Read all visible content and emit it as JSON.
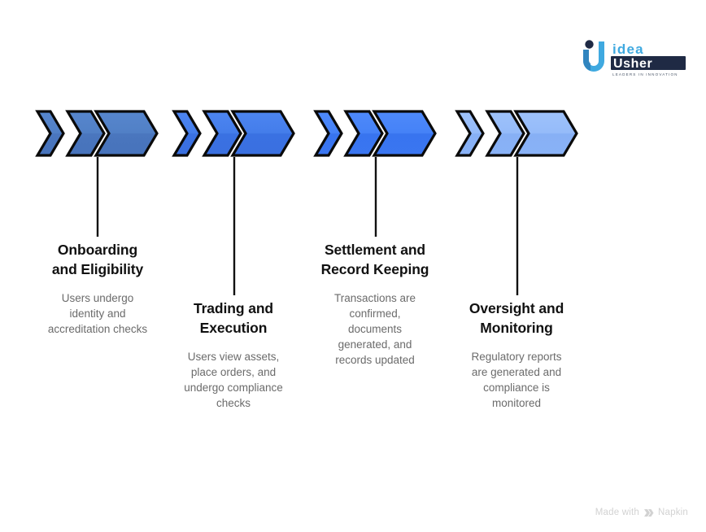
{
  "logo": {
    "name": "idea-usher-logo",
    "word_top": "idea",
    "word_bottom": "Usher",
    "tagline": "LEADERS IN INNOVATION",
    "mark_color": "#2f9fd8",
    "text_color": "#1f2a44",
    "accent_color": "#3fa9e0"
  },
  "diagram": {
    "type": "chevron-process-flow",
    "group_count": 4,
    "chevrons_per_group": 3,
    "colors": {
      "group_fills": [
        "#4f7cc4",
        "#3f78e8",
        "#3d7bf5",
        "#8fb6f8"
      ],
      "group_fills_top": [
        "#5584cb",
        "#4b82ee",
        "#4c87f8",
        "#9cc0fa"
      ],
      "group_fills_bottom": [
        "#4a76be",
        "#3a71e2",
        "#3874ef",
        "#87b0f5"
      ],
      "outline": "#0a0a0a",
      "connector": "#111111"
    },
    "steps": [
      {
        "index": 1,
        "title": "Onboarding and Eligibility",
        "title_lines": [
          "Onboarding",
          "and Eligibility"
        ],
        "description": "Users undergo identity and accreditation checks",
        "description_lines": [
          "Users undergo",
          "identity and",
          "accreditation checks"
        ]
      },
      {
        "index": 2,
        "title": "Trading and Execution",
        "title_lines": [
          "Trading and",
          "Execution"
        ],
        "description": "Users view assets, place orders, and undergo compliance checks",
        "description_lines": [
          "Users view assets,",
          "place orders, and",
          "undergo compliance",
          "checks"
        ]
      },
      {
        "index": 3,
        "title": "Settlement and Record Keeping",
        "title_lines": [
          "Settlement and",
          "Record Keeping"
        ],
        "description": "Transactions are confirmed, documents generated, and records updated",
        "description_lines": [
          "Transactions are",
          "confirmed,",
          "documents",
          "generated, and",
          "records updated"
        ]
      },
      {
        "index": 4,
        "title": "Oversight and Monitoring",
        "title_lines": [
          "Oversight and",
          "Monitoring"
        ],
        "description": "Regulatory reports are generated and compliance is monitored",
        "description_lines": [
          "Regulatory reports",
          "are generated and",
          "compliance is",
          "monitored"
        ]
      }
    ]
  },
  "watermark": {
    "prefix": "Made with",
    "brand": "Napkin",
    "glyph": "double-chevron-icon",
    "color": "#d2d2d2"
  }
}
